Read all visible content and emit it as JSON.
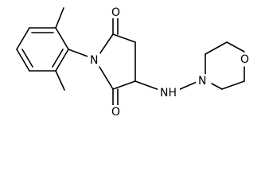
{
  "atoms": {
    "o_top": "O",
    "n_imide": "N",
    "o_bottom": "O",
    "nh_amine": "NH",
    "n_morpholine": "N",
    "o_morpholine": "O"
  }
}
